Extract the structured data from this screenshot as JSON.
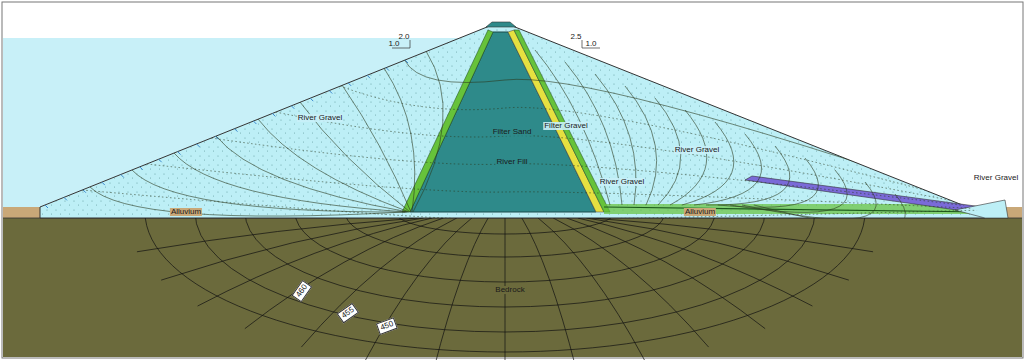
{
  "diagram": {
    "labels": [
      "2.0",
      "1.0",
      "2.5",
      "1.0",
      "River Gravel",
      "Filter Gravel",
      "Filter Sand",
      "River Fill",
      "River Gravel",
      "River Gravel",
      "River Gravel",
      "Alluvium",
      "Alluvium",
      "Bedrock",
      "460",
      "455",
      "450"
    ]
  }
}
